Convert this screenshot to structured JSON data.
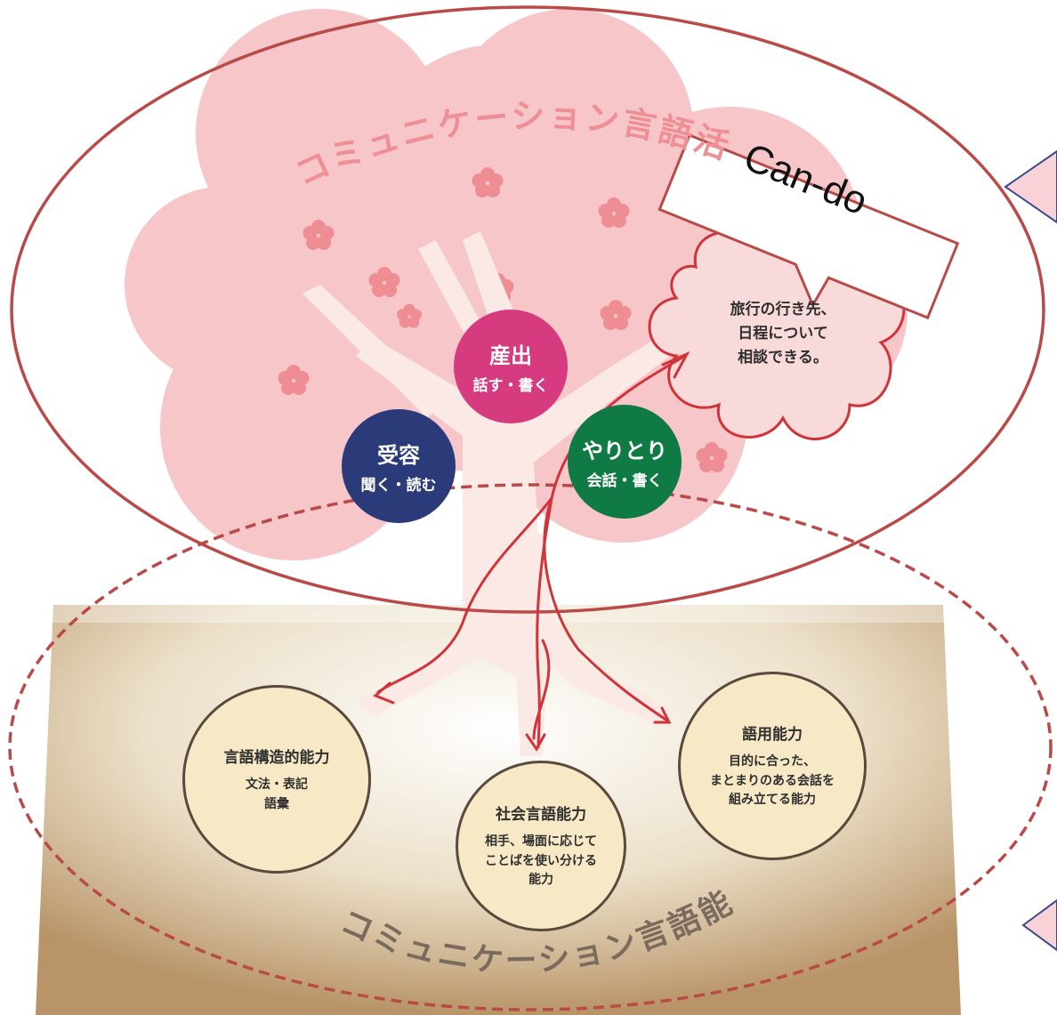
{
  "canopy_title": "コミュニケーション言語活動",
  "roots_title": "コミュニケーション言語能力",
  "callout_label": "Can-do",
  "can_do_example": {
    "line1": "旅行の行き先、",
    "line2": "日程について",
    "line3": "相談できる。"
  },
  "activities": {
    "reception": {
      "title": "受容",
      "sub": "聞く・読む",
      "color": "#2b3a78"
    },
    "production": {
      "title": "産出",
      "sub": "話す・書く",
      "color": "#d63a7f"
    },
    "interaction": {
      "title": "やりとり",
      "sub": "会話・書く",
      "color": "#0f7a43"
    }
  },
  "competences": {
    "linguistic": {
      "title": "言語構造的能力",
      "line1": "文法・表記",
      "line2": "語彙"
    },
    "sociolinguistic": {
      "title": "社会言語能力",
      "line1": "相手、場面に応じて",
      "line2": "ことばを使い分ける",
      "line3": "能力"
    },
    "pragmatic": {
      "title": "語用能力",
      "line1": "目的に合った、",
      "line2": "まとまりのある会話を",
      "line3": "組み立てる能力"
    }
  },
  "colors": {
    "canopy": "#f6c6c9",
    "outline_red": "#b94a48",
    "arrow_red": "#d0343a",
    "trunk": "#fbe9e6",
    "ground": "#c6a97e",
    "root_fill": "#f8e9c6"
  }
}
